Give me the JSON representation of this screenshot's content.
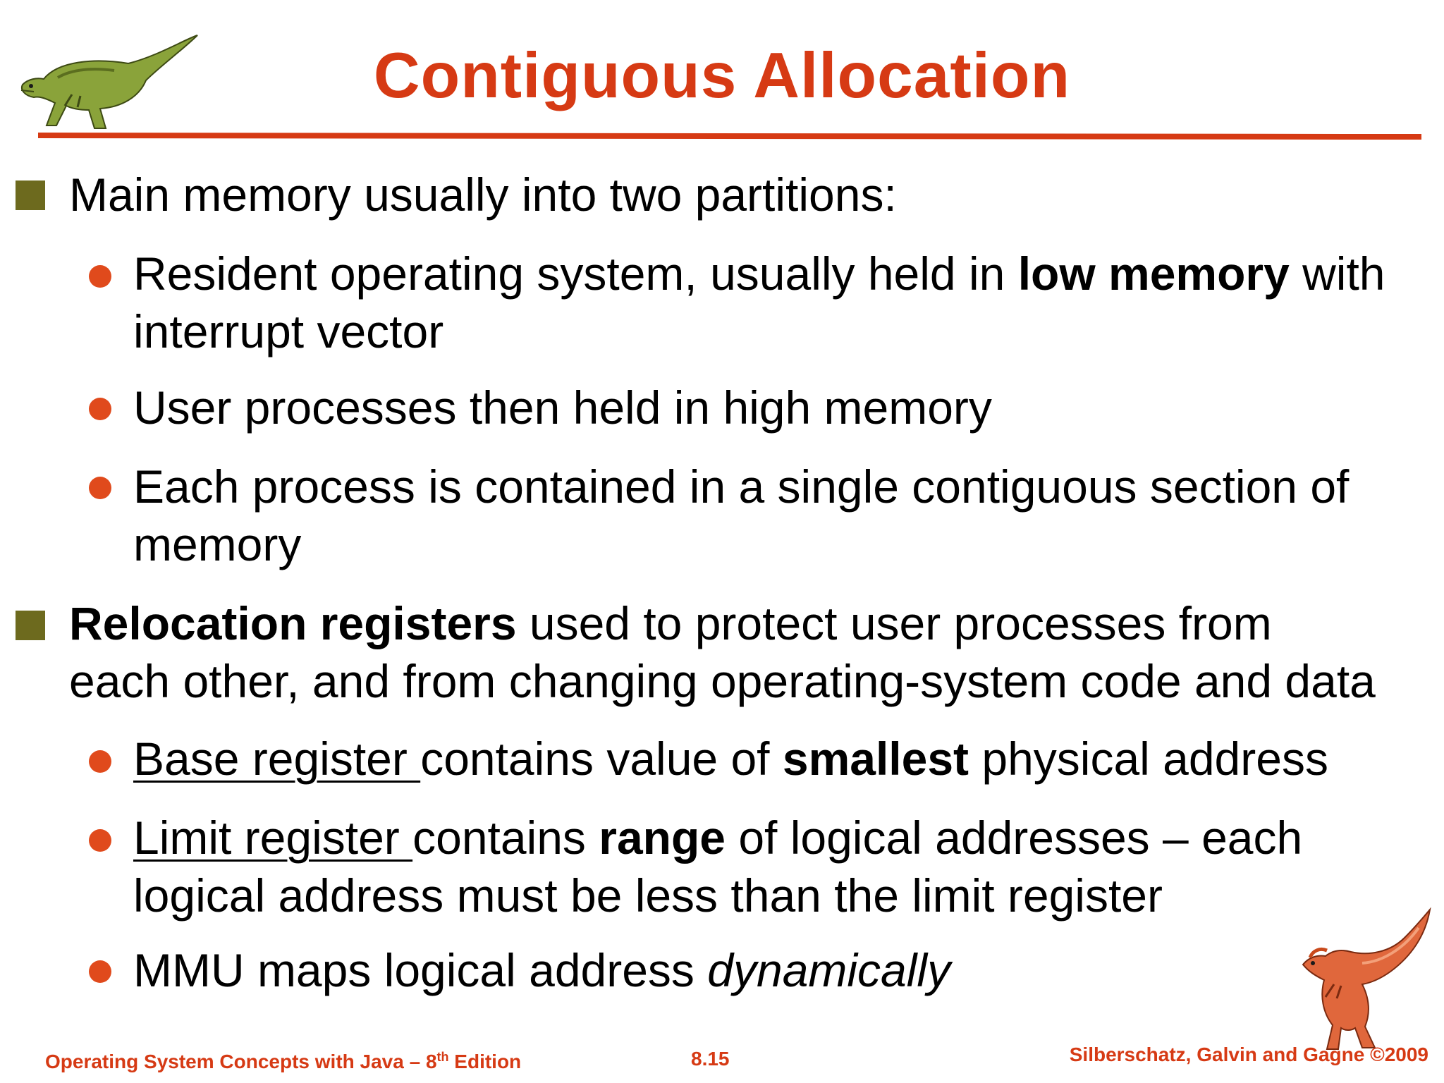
{
  "slide": {
    "title": "Contiguous Allocation",
    "bullets": {
      "b1": {
        "text": "Main memory usually into two partitions:",
        "sub1": {
          "line1_pre": "Resident operating system, usually held in ",
          "line1_bold": "low memory",
          "line1_post": " with",
          "line2": "interrupt vector"
        },
        "sub2": {
          "text": "User processes then held in high memory"
        },
        "sub3": {
          "line1": "Each process is contained in a single contiguous section of",
          "line2": "memory"
        }
      },
      "b2": {
        "line1_bold": "Relocation registers",
        "line1_post": " used to protect user processes from",
        "line2": "each other, and from changing operating-system code and data",
        "sub1": {
          "underlined": "Base register ",
          "mid": "contains value of ",
          "bold": "smallest",
          "post": " physical address"
        },
        "sub2": {
          "underlined": "Limit register ",
          "mid": "contains ",
          "bold": "range",
          "post": " of logical addresses – each",
          "line2": "logical address must be less than the limit register"
        },
        "sub3": {
          "pre": "MMU maps logical address ",
          "italic": "dynamically"
        }
      }
    }
  },
  "footer": {
    "left_main": "Operating System Concepts  with Java – 8",
    "left_sup": "th",
    "left_end": " Edition",
    "center": "8.15",
    "right": "Silberschatz, Galvin and Gagne ©2009"
  },
  "colors": {
    "accent": "#d63a14",
    "bullet_square": "#6d6a1e",
    "bullet_dot": "#e04a1c"
  },
  "images": {
    "top_logo": "green-dinosaur-icon",
    "bottom_logo": "red-dinosaur-icon"
  }
}
